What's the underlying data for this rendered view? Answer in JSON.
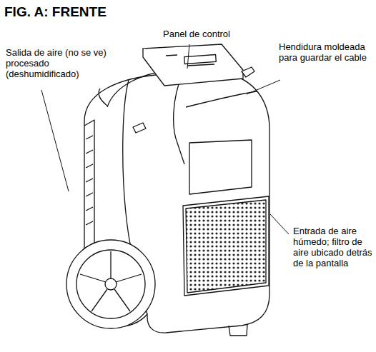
{
  "diagram": {
    "title": "FIG. A: FRENTE",
    "labels": [
      "Panel de control",
      "Salida de aire (no se ve) procesado (deshumidificado)",
      "Hendidura moldeada para guardar el cable",
      "Entrada de aire húmedo; filtro de aire ubicado detrás de la pantalla"
    ]
  }
}
